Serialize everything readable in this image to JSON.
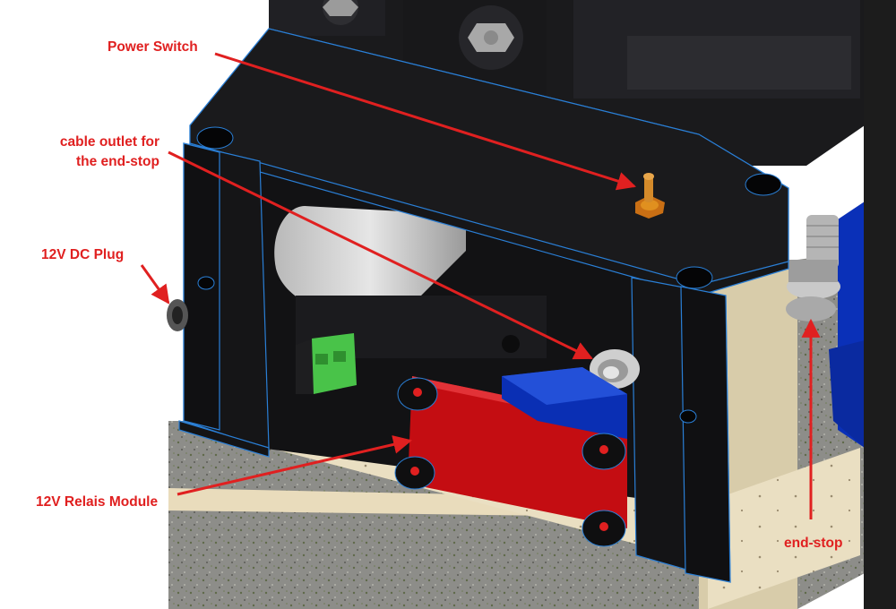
{
  "colors": {
    "annotation": "#e02020",
    "housing": "#141416",
    "housing_edge": "#2a7fd6",
    "relay_board": "#c40d12",
    "relay": "#0a2fb4",
    "terminal": "#3fbf3f",
    "wood": "#e9dcbc",
    "concrete": "#8a8a86",
    "stepper": "#1a1a1c",
    "brass": "#d07a1a"
  },
  "labels": {
    "power_switch": "Power Switch",
    "cable_outlet_line1": "cable outlet for",
    "cable_outlet_line2": "the end-stop",
    "dc_plug": "12V DC Plug",
    "relay_module": "12V Relais Module",
    "end_stop": "end-stop"
  },
  "icons": {
    "arrow": "red-arrow-icon"
  }
}
